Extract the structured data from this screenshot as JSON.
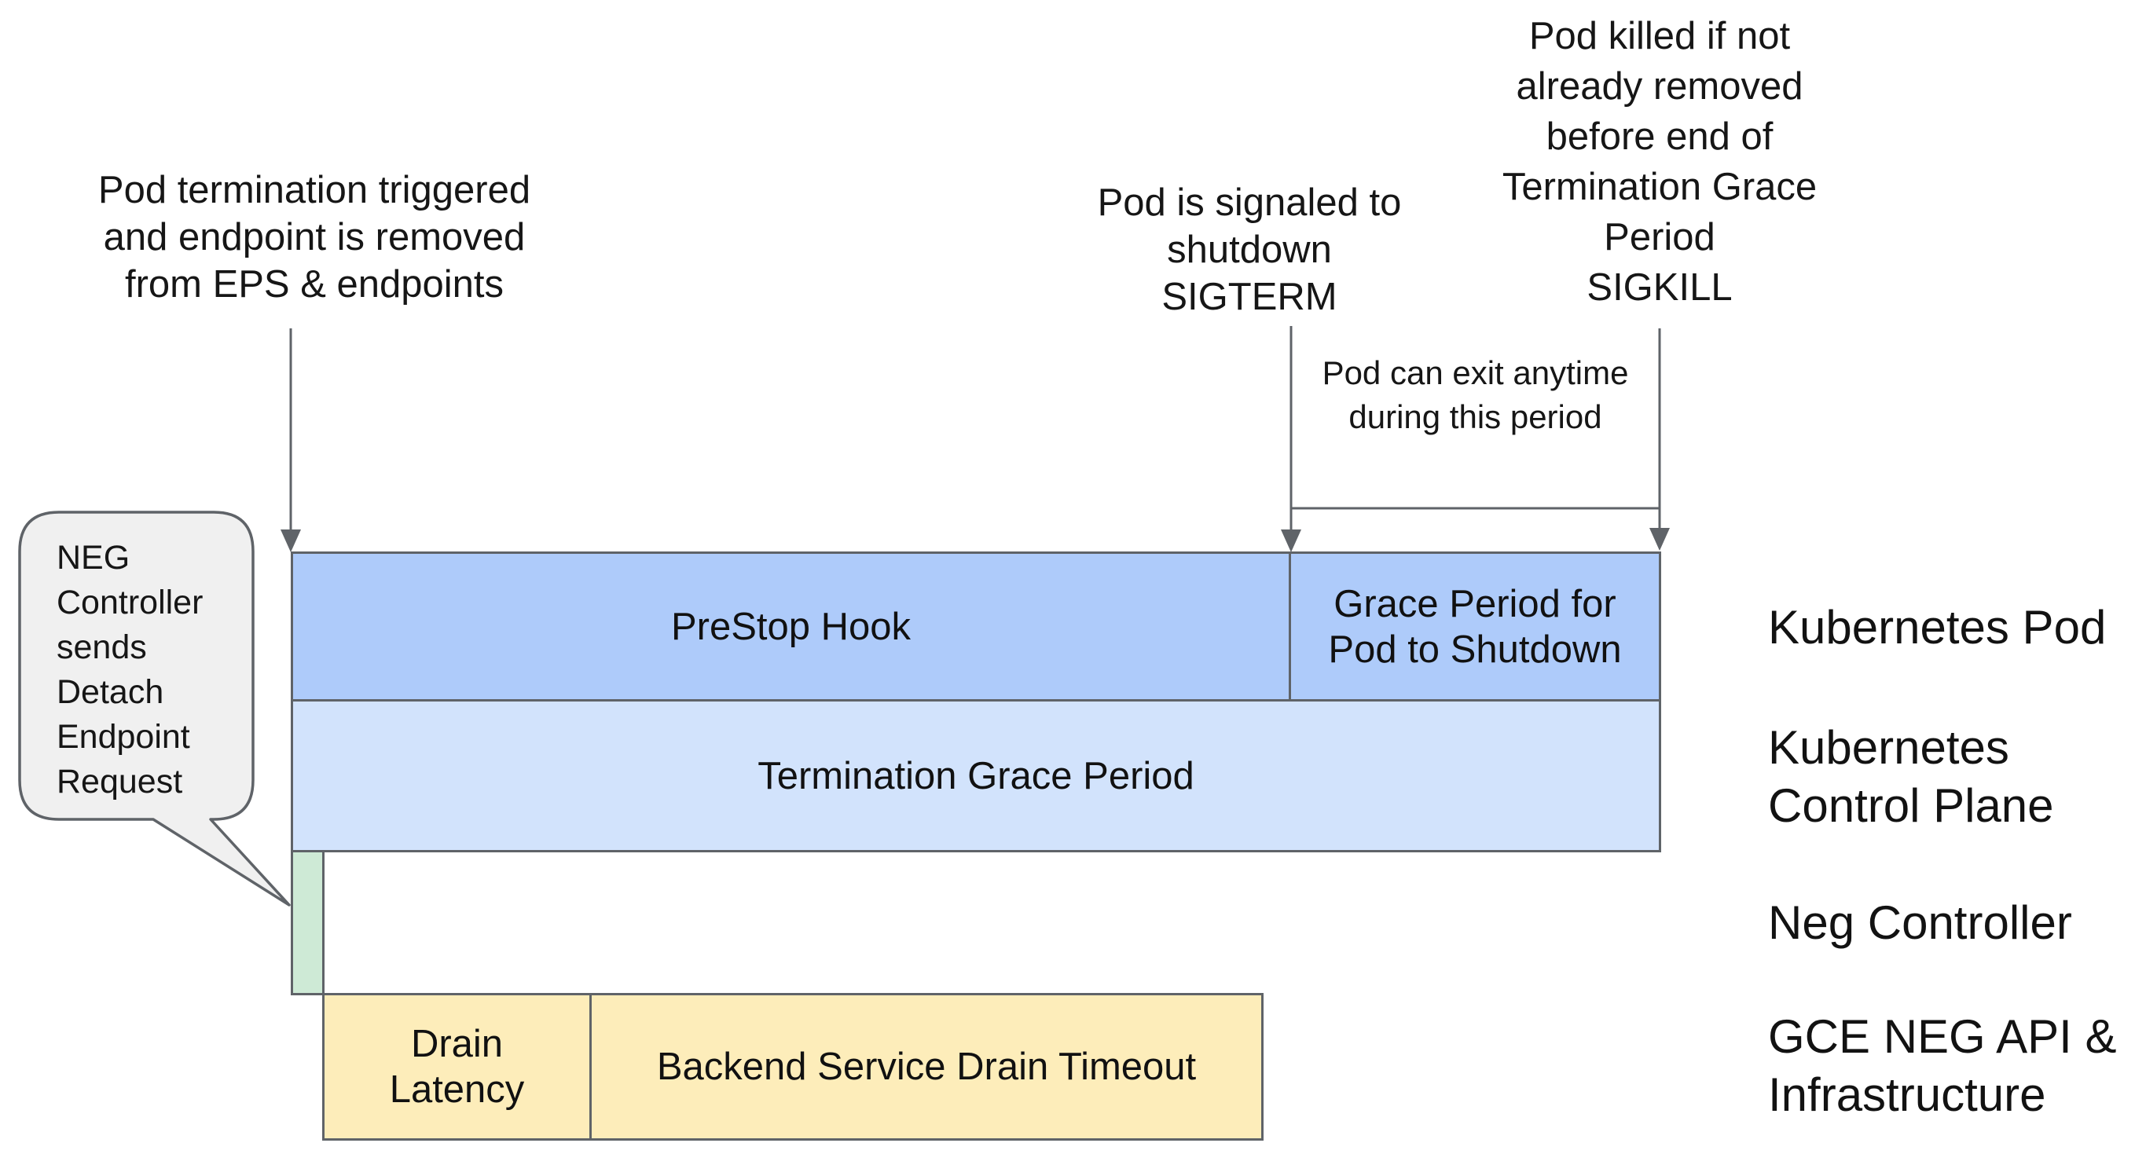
{
  "colors": {
    "pod_row_fill": "#aecbfa",
    "control_plane_row_fill": "#d2e3fc",
    "neg_controller_fill": "#ceead6",
    "gce_row_fill": "#fdedba",
    "outline": "#5f6368",
    "callout_fill": "#f0f0f0",
    "text": "#161616"
  },
  "annotations": {
    "pod_termination": {
      "lines": [
        "Pod termination triggered",
        "and endpoint is removed",
        "from EPS & endpoints"
      ]
    },
    "pod_signaled": {
      "lines": [
        "Pod is signaled to",
        "shutdown",
        "SIGTERM"
      ]
    },
    "pod_killed": {
      "lines": [
        "Pod killed if not",
        "already removed",
        "before end of",
        "Termination Grace",
        "Period",
        "SIGKILL"
      ]
    },
    "pod_exit_note": {
      "lines": [
        "Pod can exit anytime",
        "during this period"
      ]
    }
  },
  "callout": {
    "lines": [
      "NEG",
      "Controller",
      "sends",
      "Detach",
      "Endpoint",
      "Request"
    ]
  },
  "bars": {
    "prestop_hook": "PreStop Hook",
    "grace_period": {
      "lines": [
        "Grace Period for",
        "Pod to Shutdown"
      ]
    },
    "termination_grace_period": "Termination Grace Period",
    "drain_latency": {
      "lines": [
        "Drain",
        "Latency"
      ]
    },
    "backend_drain_timeout": "Backend Service Drain Timeout"
  },
  "lane_labels": [
    {
      "lines": [
        "Kubernetes Pod"
      ]
    },
    {
      "lines": [
        "Kubernetes",
        "Control Plane"
      ]
    },
    {
      "lines": [
        "Neg Controller"
      ]
    },
    {
      "lines": [
        "GCE NEG API &",
        "Infrastructure"
      ]
    }
  ]
}
